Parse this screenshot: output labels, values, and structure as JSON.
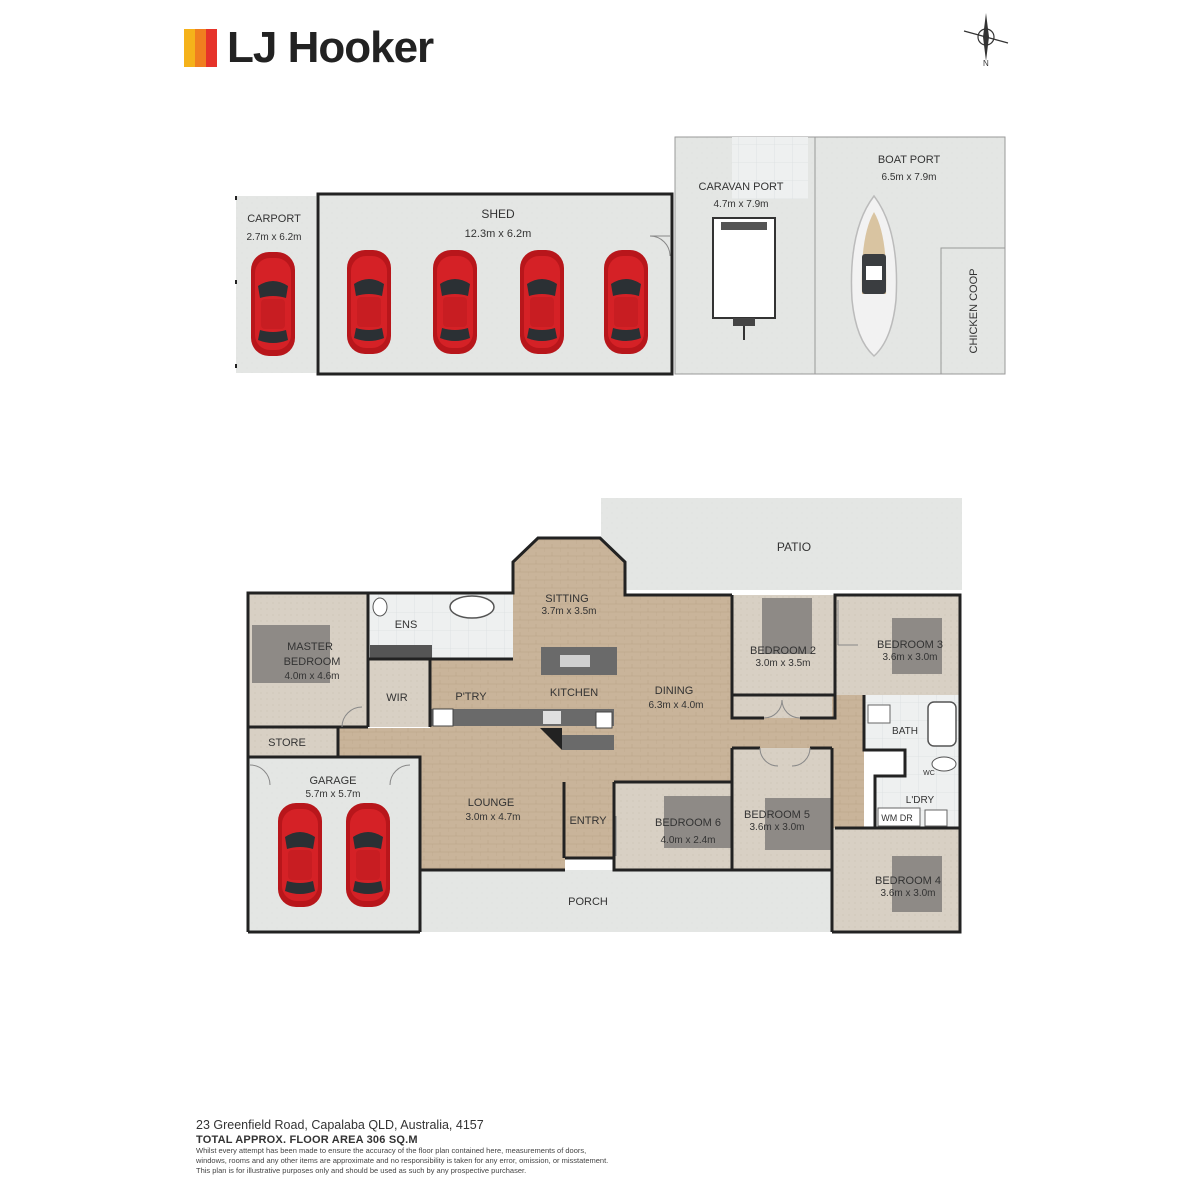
{
  "brand": {
    "name": "LJ Hooker",
    "colors": [
      "#f5b21a",
      "#f07f1f",
      "#e6332a"
    ]
  },
  "compass": {
    "label": "N",
    "icon": "compass-icon"
  },
  "outbuildings": {
    "carport": {
      "name": "CARPORT",
      "dims": "2.7m x 6.2m"
    },
    "shed": {
      "name": "SHED",
      "dims": "12.3m x 6.2m"
    },
    "caravan_port": {
      "name": "CARAVAN PORT",
      "dims": "4.7m x 7.9m"
    },
    "boat_port": {
      "name": "BOAT PORT",
      "dims": "6.5m x 7.9m"
    },
    "chicken_coop": {
      "name": "CHICKEN COOP"
    }
  },
  "house": {
    "patio": "PATIO",
    "sitting": {
      "name": "SITTING",
      "dims": "3.7m x 3.5m"
    },
    "master_bedroom": {
      "name_line1": "MASTER",
      "name_line2": "BEDROOM",
      "dims": "4.0m x 4.6m"
    },
    "ensuite": "ENS",
    "wir": "WIR",
    "pantry": "P'TRY",
    "kitchen": "KITCHEN",
    "dining": {
      "name": "DINING",
      "dims": "6.3m x 4.0m"
    },
    "bedroom2": {
      "name": "BEDROOM 2",
      "dims": "3.0m x 3.5m"
    },
    "bedroom3": {
      "name": "BEDROOM 3",
      "dims": "3.6m x 3.0m"
    },
    "bath": "BATH",
    "wc": "WC",
    "laundry": "L'DRY",
    "wm_dr": "WM DR",
    "store": "STORE",
    "garage": {
      "name": "GARAGE",
      "dims": "5.7m x 5.7m"
    },
    "lounge": {
      "name": "LOUNGE",
      "dims": "3.0m x 4.7m"
    },
    "entry": "ENTRY",
    "bedroom6": {
      "name": "BEDROOM 6",
      "dims": "4.0m x 2.4m"
    },
    "bedroom5": {
      "name": "BEDROOM 5",
      "dims": "3.6m x 3.0m"
    },
    "bedroom4": {
      "name": "BEDROOM 4",
      "dims": "3.6m x 3.0m"
    },
    "porch": "PORCH"
  },
  "footer": {
    "address": "23 Greenfield Road, Capalaba QLD, Australia, 4157",
    "total_area": "TOTAL APPROX. FLOOR AREA 306 SQ.M",
    "disclaimer_line1": "Whilst every attempt has been made to ensure the accuracy of the floor plan contained here, measurements of doors,",
    "disclaimer_line2": "windows, rooms and any other items are approximate and no responsibility is taken for any error, omission, or misstatement.",
    "disclaimer_line3": "This plan is for illustrative purposes only and should be used as such by any prospective purchaser."
  }
}
